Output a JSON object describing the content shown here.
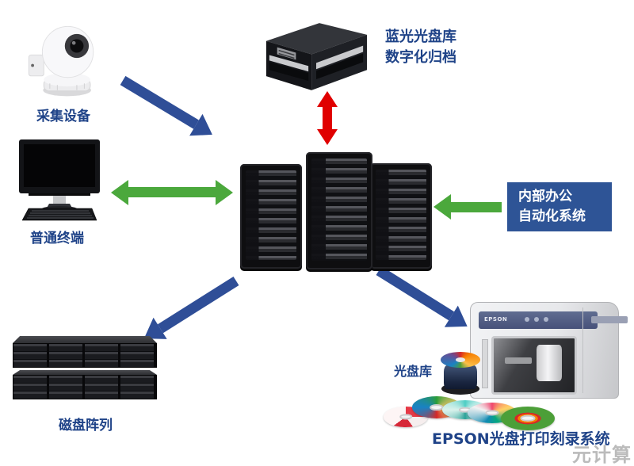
{
  "page": {
    "background": "#FFFFFF",
    "watermark": "元计算"
  },
  "colors": {
    "page_bg": "#FFFFFF",
    "arrow_blue": "#2F4E97",
    "arrow_green": "#4BA83C",
    "arrow_red": "#E00000",
    "label_blue": "#1F4388",
    "box_blue": "#2E5496",
    "box_text": "#FFFFFF",
    "watermark_gray": "#BBBBBB"
  },
  "nodes": {
    "capture_device": {
      "label": "采集设备"
    },
    "bluray_library": {
      "label_line1": "蓝光光盘库",
      "label_line2": "数字化归档"
    },
    "terminal": {
      "label": "普通终端"
    },
    "office_system": {
      "label_line1": "内部办公",
      "label_line2": "自动化系统"
    },
    "disk_array": {
      "label": "磁盘阵列"
    },
    "disc_library": {
      "label": "光盘库"
    },
    "epson_system": {
      "label": "EPSON光盘打印刻录系统",
      "device_logo": "EPSON"
    }
  },
  "arrows": [
    {
      "name": "camera-to-servers",
      "from": "capture_device",
      "to": "server_cluster",
      "color": "blue",
      "bidirectional": false
    },
    {
      "name": "servers-bluray",
      "from": "server_cluster",
      "to": "bluray_library",
      "color": "red",
      "bidirectional": true
    },
    {
      "name": "terminal-servers",
      "from": "terminal",
      "to": "server_cluster",
      "color": "green",
      "bidirectional": true
    },
    {
      "name": "office-to-servers",
      "from": "office_system",
      "to": "server_cluster",
      "color": "green",
      "bidirectional": false
    },
    {
      "name": "servers-to-diskarray",
      "from": "server_cluster",
      "to": "disk_array",
      "color": "blue",
      "bidirectional": false
    },
    {
      "name": "servers-to-epson",
      "from": "server_cluster",
      "to": "epson_system",
      "color": "blue",
      "bidirectional": false
    }
  ]
}
